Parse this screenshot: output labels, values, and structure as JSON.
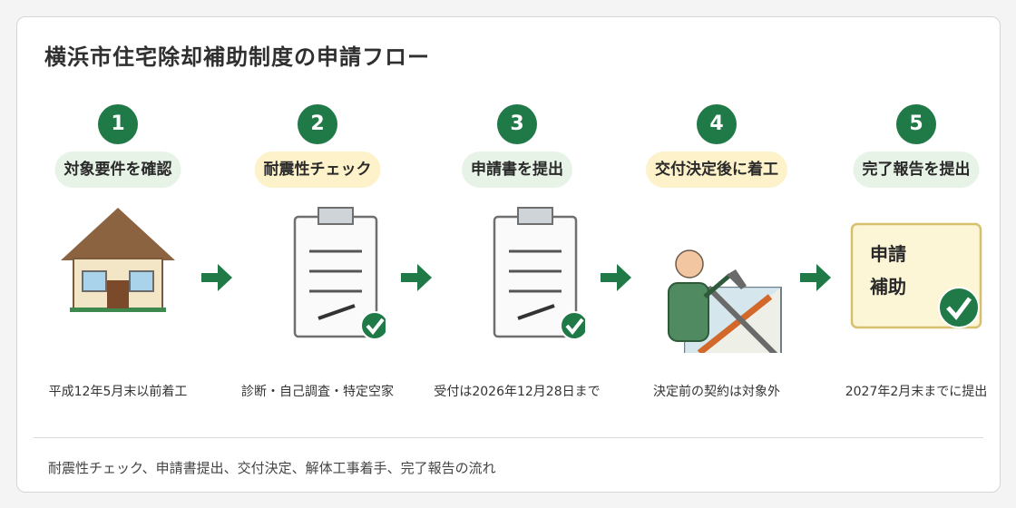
{
  "title": "横浜市住宅除却補助制度の申請フロー",
  "steps": [
    {
      "number": "1",
      "label": "対象要件を確認",
      "note": "平成12年5月末以前着工",
      "icon": "house-icon",
      "pill_color": "#e7f3e6"
    },
    {
      "number": "2",
      "label": "耐震性チェック",
      "note": "診断・自己調査・特定空家",
      "icon": "clipboard-check-icon",
      "pill_color": "#fdf2c9"
    },
    {
      "number": "3",
      "label": "申請書を提出",
      "note": "受付は2026年12月28日まで",
      "icon": "clipboard-check-icon",
      "pill_color": "#e7f3e6"
    },
    {
      "number": "4",
      "label": "交付決定後に着工",
      "note": "決定前の契約は対象外",
      "icon": "demolition-worker-icon",
      "pill_color": "#fdf2c9"
    },
    {
      "number": "5",
      "label": "完了報告を提出",
      "note": "2027年2月末までに提出",
      "icon": "completion-document-icon",
      "pill_color": "#e7f3e6"
    }
  ],
  "completion_doc": {
    "line1": "申請",
    "line2": "補助"
  },
  "footer": "耐震性チェック、申請書提出、交付決定、解体工事着手、完了報告の流れ",
  "colors": {
    "accent": "#1f7a47",
    "pill_green": "#e7f3e6",
    "pill_yellow": "#fdf2c9"
  }
}
